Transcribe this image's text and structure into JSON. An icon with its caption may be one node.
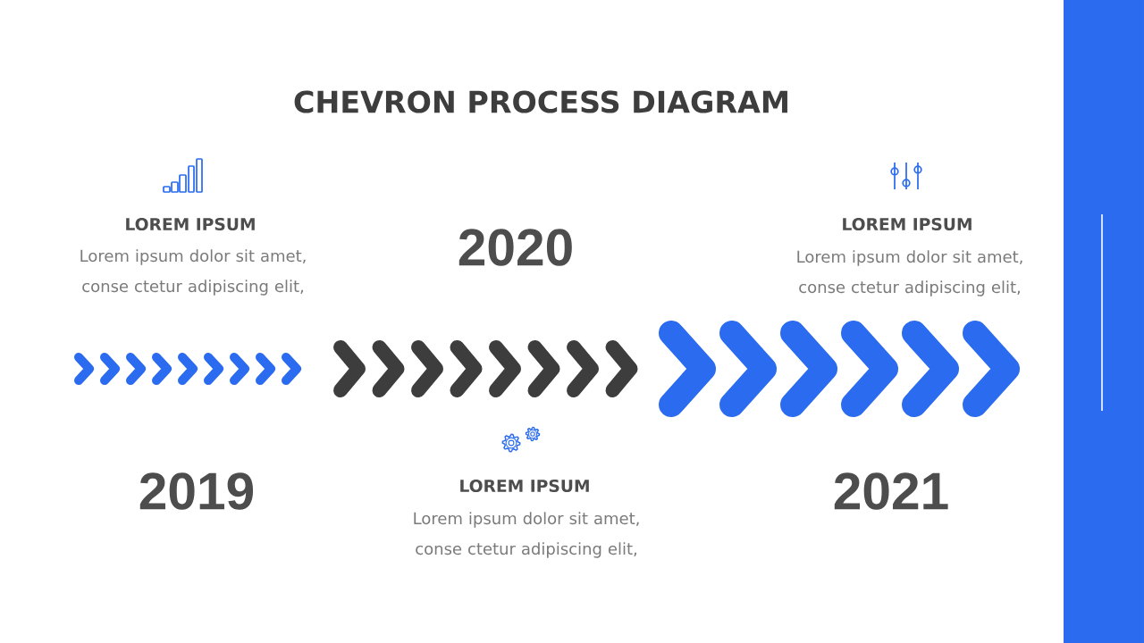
{
  "diagram": {
    "title": "CHEVRON PROCESS DIAGRAM",
    "nodes": [
      {
        "text": [],
        "shape": "chevron"
      },
      {
        "text": [],
        "shape": "chevron"
      },
      {
        "text": [],
        "shape": "chevron"
      }
    ],
    "labels": [
      "LOREM IPSUM",
      "Lorem ipsum dolor sit amet, conse ctetur adipiscing elit,",
      "2020",
      "LOREM IPSUM",
      "Lorem ipsum dolor sit amet, conse ctetur adipiscing elit,",
      "2019",
      "LOREM IPSUM",
      "Lorem ipsum dolor sit amet, conse ctetur adipiscing elit,",
      "2021"
    ]
  }
}
